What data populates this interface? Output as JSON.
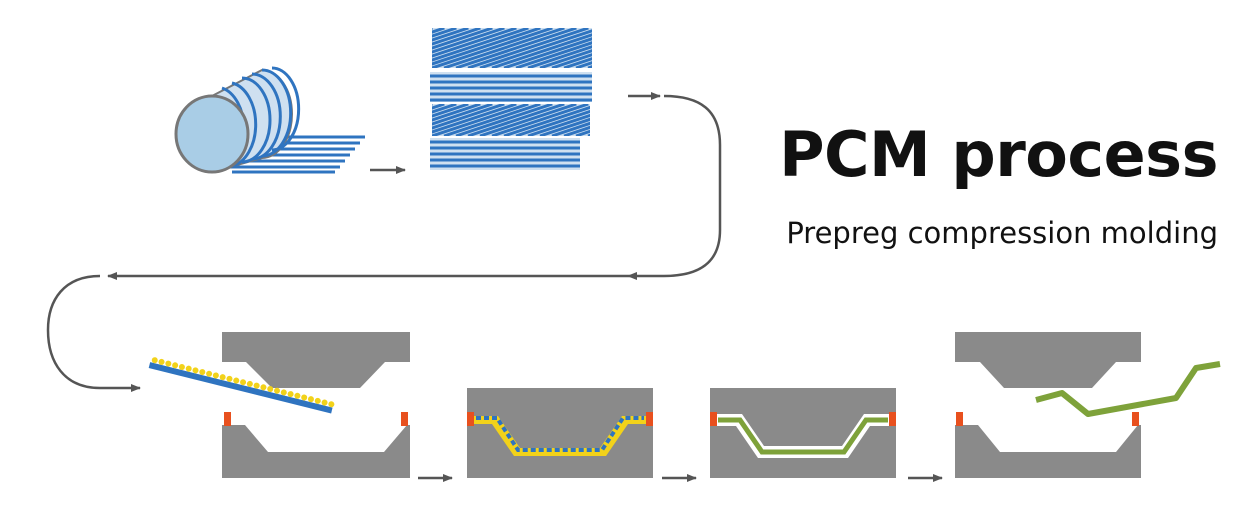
{
  "title": "PCM process",
  "subtitle": "Prepreg compression molding",
  "colors": {
    "fiber_blue": "#2f74c0",
    "fiber_light": "#cfe0f0",
    "roll_fill": "#a9cde6",
    "mold_gray": "#8a8a8a",
    "resin_yellow": "#f2d21a",
    "part_green": "#7ea23a",
    "seal_orange": "#e8501e",
    "arrow_gray": "#555555"
  },
  "steps": [
    {
      "name": "prepreg-roll"
    },
    {
      "name": "cut-and-stack-plies"
    },
    {
      "name": "place-charge-in-open-mold"
    },
    {
      "name": "compress-and-cure"
    },
    {
      "name": "cured-part-in-closed-mold"
    },
    {
      "name": "demold-part"
    }
  ]
}
